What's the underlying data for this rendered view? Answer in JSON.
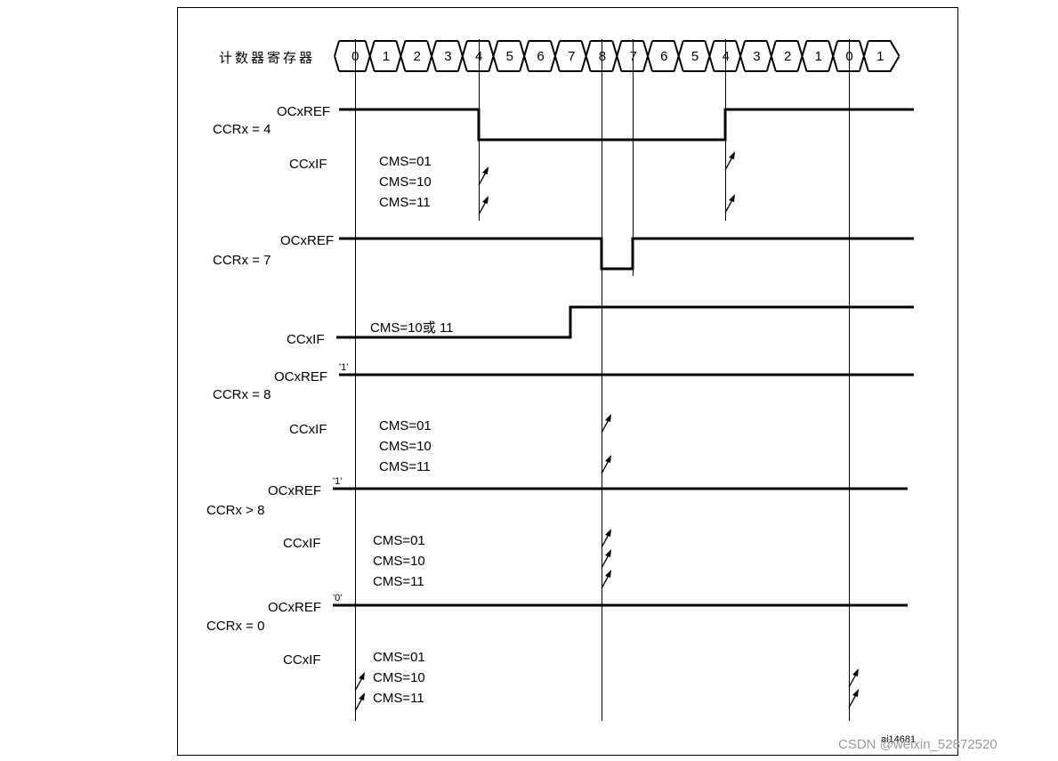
{
  "counter_label": "计数器寄存器",
  "counter_values": [
    "0",
    "1",
    "2",
    "3",
    "4",
    "5",
    "6",
    "7",
    "8",
    "7",
    "6",
    "5",
    "4",
    "3",
    "2",
    "1",
    "0",
    "1"
  ],
  "blocks": [
    {
      "name": "ccrx4",
      "ref_label": "OCxREF",
      "ccr_label": "CCRx = 4",
      "flag_label": "CCxIF",
      "cms_lines": [
        "CMS=01",
        "CMS=10",
        "CMS=11"
      ]
    },
    {
      "name": "ccrx7",
      "ref_label": "OCxREF",
      "ccr_label": "CCRx = 7",
      "flag_label": "CCxIF",
      "cms_text": "CMS=10或 11"
    },
    {
      "name": "ccrx8",
      "ref_label": "OCxREF",
      "level": "'1'",
      "ccr_label": "CCRx = 8",
      "flag_label": "CCxIF",
      "cms_lines": [
        "CMS=01",
        "CMS=10",
        "CMS=11"
      ]
    },
    {
      "name": "ccrx-gt8",
      "ref_label": "OCxREF",
      "level": "'1'",
      "ccr_label": "CCRx > 8",
      "flag_label": "CCxIF",
      "cms_lines": [
        "CMS=01",
        "CMS=10",
        "CMS=11"
      ]
    },
    {
      "name": "ccrx0",
      "ref_label": "OCxREF",
      "level": "'0'",
      "ccr_label": "CCRx = 0",
      "flag_label": "CCxIF",
      "cms_lines": [
        "CMS=01",
        "CMS=10",
        "CMS=11"
      ]
    }
  ],
  "figure_id": "ai14681",
  "watermark": "CSDN @weixin_52872520"
}
